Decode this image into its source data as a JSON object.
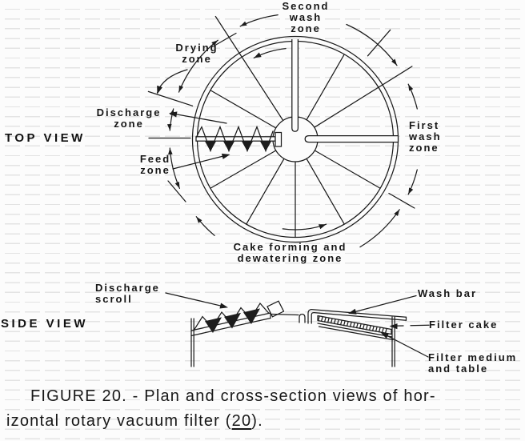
{
  "view_labels": {
    "top_view": "TOP VIEW",
    "side_view": "SIDE VIEW"
  },
  "top_view_zones": {
    "second_wash_zone": "Second\nwash\nzone",
    "drying_zone": "Drying\nzone",
    "discharge_zone": "Discharge\nzone",
    "feed_zone": "Feed\nzone",
    "first_wash_zone": "First\nwash\nzone",
    "cake_zone": "Cake forming and\ndewatering zone"
  },
  "side_view_parts": {
    "discharge_scroll": "Discharge\nscroll",
    "wash_bar": "Wash bar",
    "filter_cake": "Filter cake",
    "filter_medium": "Filter medium\nand table"
  },
  "caption": {
    "line1": "FIGURE 20. - Plan and cross-section views of hor-",
    "line2_prefix": "izontal rotary vacuum filter (",
    "reference": "20",
    "line2_suffix": ")."
  },
  "colors": {
    "ink": "#1c1c1c",
    "background": "#fcfcfc",
    "halftone_dash": "#e3e3e3"
  }
}
